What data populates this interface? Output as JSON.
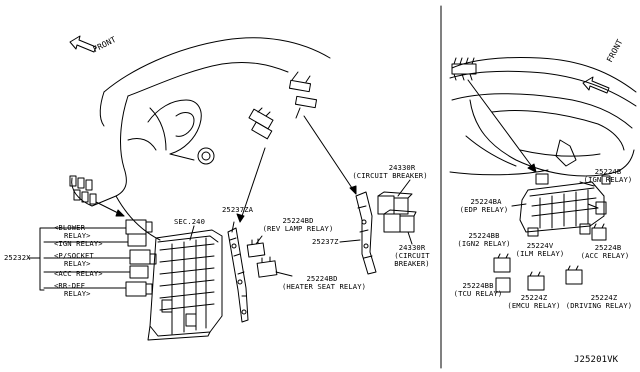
{
  "left_panel": {
    "front_label": "FRONT",
    "relay_group_part": "25232X",
    "relays": [
      {
        "line1": "<BLOWER",
        "line2": "RELAY>"
      },
      {
        "line1": "<IGN RELAY>"
      },
      {
        "line1": "<P/SOCKET",
        "line2": "RELAY>"
      },
      {
        "line1": "<ACC RELAY>"
      },
      {
        "line1": "<RR-DEF",
        "line2": "RELAY>"
      }
    ],
    "sec_ref": "SEC.240",
    "bracket_part": "25237ZA",
    "rev_lamp": {
      "part": "25224BD",
      "name": "(REV LAMP RELAY)"
    },
    "heater_seat": {
      "part": "25224BD",
      "name": "(HEATER SEAT RELAY)"
    },
    "clip_part": "25237Z",
    "circuit_breaker_top": {
      "part": "24330R",
      "name": "(CIRCUIT BREAKER)"
    },
    "circuit_breaker_bottom": {
      "part": "24330R",
      "line1": "(CIRCUIT",
      "line2": "BREAKER)"
    }
  },
  "right_panel": {
    "front_label": "FRONT",
    "ign_relay": {
      "part": "25224B",
      "name": "(IGN RELAY)"
    },
    "edp_relay": {
      "part": "25224BA",
      "name": "(EDP RELAY)"
    },
    "ign2_relay": {
      "part": "25224BB",
      "name": "(IGN2 RELAY)"
    },
    "ilm_relay": {
      "part": "25224V",
      "name": "(ILM RELAY)"
    },
    "acc_relay": {
      "part": "25224B",
      "name": "(ACC RELAY)"
    },
    "tcu_relay": {
      "part": "25224BB",
      "name": "(TCU RELAY)"
    },
    "emcu_relay": {
      "part": "25224Z",
      "name": "(EMCU RELAY)"
    },
    "driving_relay": {
      "part": "25224Z",
      "name": "(DRIVING RELAY)"
    }
  },
  "diagram_id": "J25201VK"
}
